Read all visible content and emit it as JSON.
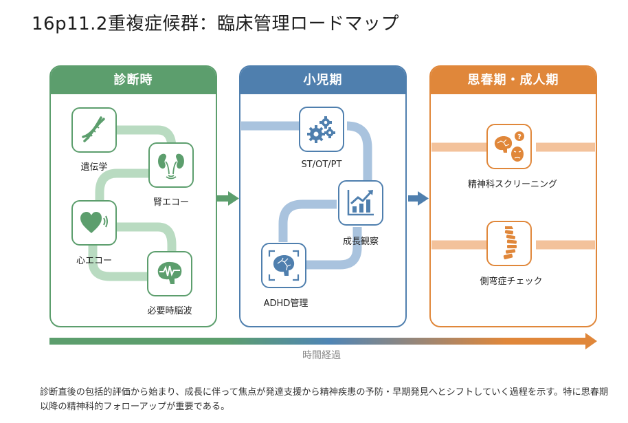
{
  "title": "16p11.2重複症候群：臨床管理ロードマップ",
  "colors": {
    "diagnosis": "#5c9e6d",
    "childhood": "#4f7fae",
    "adolescence": "#e0873a"
  },
  "phases": [
    {
      "name": "診断時",
      "items": [
        {
          "label": "遺伝学",
          "icon": "dna-icon"
        },
        {
          "label": "腎エコー",
          "icon": "kidney-ultrasound-icon"
        },
        {
          "label": "心エコー",
          "icon": "heart-echo-icon"
        },
        {
          "label": "必要時脳波",
          "icon": "brain-eeg-icon"
        }
      ]
    },
    {
      "name": "小児期",
      "items": [
        {
          "label": "ST/OT/PT",
          "icon": "gears-icon"
        },
        {
          "label": "成長観察",
          "icon": "growth-chart-icon"
        },
        {
          "label": "ADHD管理",
          "icon": "brain-scan-icon"
        }
      ]
    },
    {
      "name": "思春期・成人期",
      "items": [
        {
          "label": "精神科スクリーニング",
          "icon": "brain-mood-icon"
        },
        {
          "label": "側弯症チェック",
          "icon": "spine-icon"
        }
      ]
    }
  ],
  "timeline": {
    "label": "時間経過"
  },
  "caption": "診断直後の包括的評価から始まり、成長に伴って焦点が発達支援から精神疾患の予防・早期発見へとシフトしていく過程を示す。特に思春期以降の精神科的フォローアップが重要である。"
}
